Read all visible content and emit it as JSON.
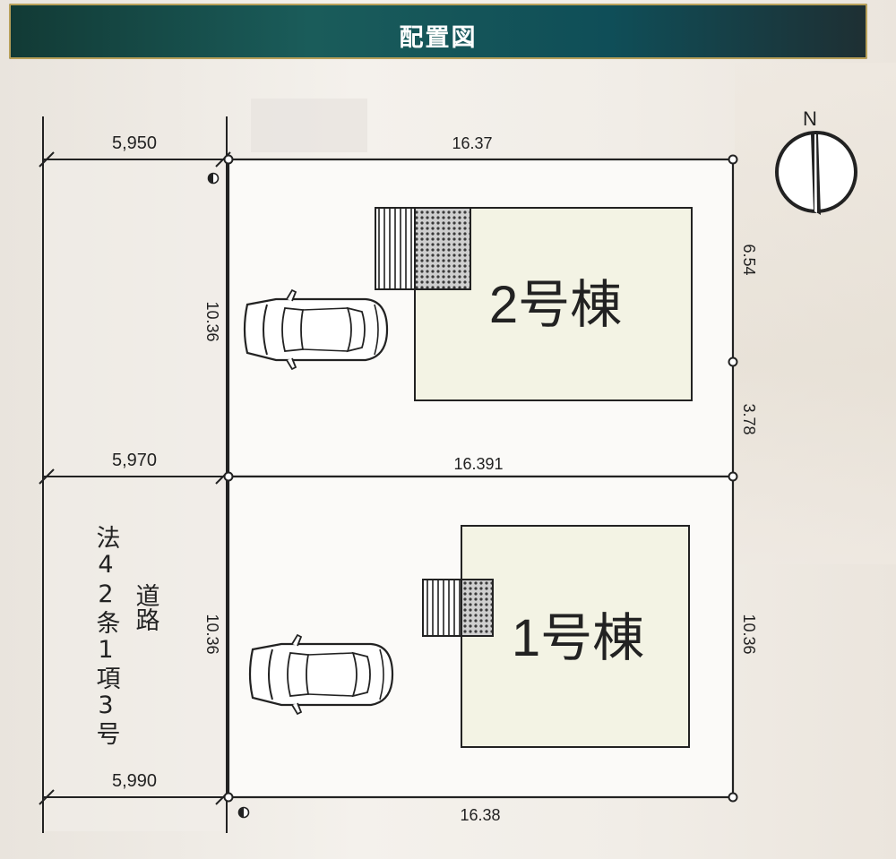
{
  "header": {
    "title": "配置図"
  },
  "compass": {
    "label": "N"
  },
  "road": {
    "line1": "法42条1項3号",
    "line2": "道路"
  },
  "buildings": {
    "b2": "2号棟",
    "b1": "1号棟"
  },
  "dimensions": {
    "road_top": "5,950",
    "road_mid": "5,970",
    "road_bottom": "5,990",
    "lot_top": "16.37",
    "lot_mid": "16.391",
    "lot_bottom": "16.38",
    "upper_left": "10.36",
    "lower_left": "10.36",
    "upper_right_a": "6.54",
    "upper_right_b": "3.78",
    "lower_right": "10.36"
  },
  "colors": {
    "title_bar": "#1a5c5a",
    "building_fill": "#f3f3e4",
    "line": "#222222"
  }
}
